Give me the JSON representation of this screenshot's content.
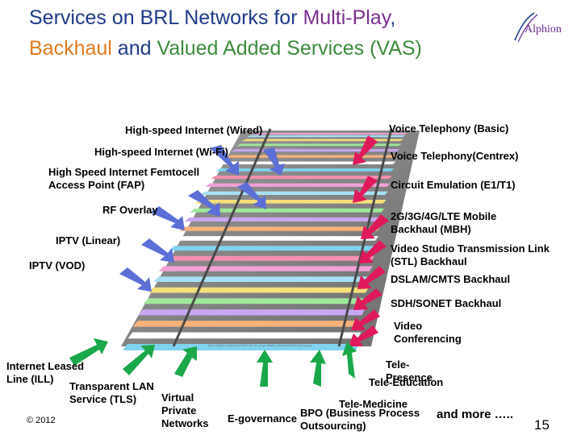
{
  "title": {
    "line1": {
      "part1": "Services on BRL Networks  for ",
      "part2": "Multi-Play",
      "part3": ","
    },
    "line2": {
      "part1": "Backhaul",
      "part2": "  and ",
      "part3": "Valued Added Services (VAS)"
    }
  },
  "colors": {
    "title_blue": "#1f3a8a",
    "title_purple": "#7a2e90",
    "title_orange": "#e07a1c",
    "title_green": "#3d8b3d",
    "arrow_blue": "#5b6fd6",
    "arrow_red": "#e0195a",
    "arrow_green": "#1aa84a"
  },
  "logo": {
    "text": "Alphion"
  },
  "left_labels": {
    "wired": "High-speed Internet (Wired)",
    "wifi": "High-speed Internet (Wi-Fi)",
    "fap": "High Speed Internet Femtocell Access Point (FAP)",
    "rf": "RF Overlay",
    "iptv_linear": "IPTV (Linear)",
    "iptv_vod": "IPTV (VOD)"
  },
  "right_labels": {
    "voice_basic": "Voice Telephony (Basic)",
    "voice_centrex": "Voice Telephony(Centrex)",
    "circuit": "Circuit Emulation (E1/T1)",
    "mbh": "2G/3G/4G/LTE Mobile Backhaul  (MBH)",
    "stl": "Video Studio  Transmission Link (STL) Backhaul",
    "dslam": "DSLAM/CMTS Backhaul",
    "sdh": "SDH/SONET Backhaul",
    "video_conf": "Video Conferencing",
    "telepresence": "Tele-Presence",
    "teleeducation": "Tele-Education",
    "telemedicine": "Tele-Medicine"
  },
  "bottom_labels": {
    "ill": "Internet Leased Line (ILL)",
    "tls": "Transparent LAN Service (TLS)",
    "vpn": "Virtual Private Networks",
    "egov": "E-governance",
    "bpo": "BPO (Business Process Outsourcing)",
    "more": "and more …..",
    "copyright": "© 2012",
    "page_number": "15",
    "image_credit": "http://digital.org/photo/2003-09-23_long-railway_Deamer/files/railway.jpg"
  }
}
